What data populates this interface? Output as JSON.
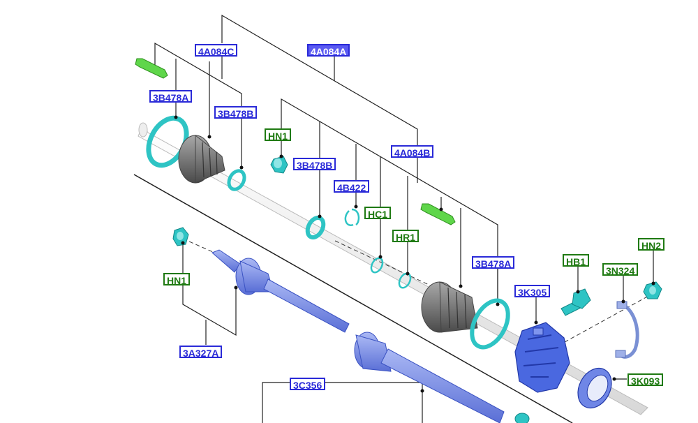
{
  "labels": {
    "l_4a084c": "4A084C",
    "l_4a084a": "4A084A",
    "l_3b478a_1": "3B478A",
    "l_3b478b_1": "3B478B",
    "l_hn1_1": "HN1",
    "l_3b478b_2": "3B478B",
    "l_4a084b": "4A084B",
    "l_4b422": "4B422",
    "l_hc1": "HC1",
    "l_hr1": "HR1",
    "l_hn1_2": "HN1",
    "l_3a327a": "3A327A",
    "l_3b478a_2": "3B478A",
    "l_hb1": "HB1",
    "l_3k305": "3K305",
    "l_3n324": "3N324",
    "l_hn2": "HN2",
    "l_3k093": "3K093",
    "l_3c356": "3C356"
  },
  "colors": {
    "label_blue": "#2a2ad8",
    "label_green": "#1f7a12",
    "label_selected_fill": "#5b5bf2",
    "part_teal": "#2ec4c4",
    "part_gray": "#7a7a7a",
    "part_blue": "#6f86e6",
    "part_green": "#5fd64a",
    "shaft_white": "#f2f2f2"
  },
  "icons": [
    "leader-line",
    "exploded-axis",
    "boot-icon",
    "seal-ring-icon",
    "nut-icon",
    "bolt-icon",
    "clip-icon",
    "bracket-icon",
    "grease-tube-icon",
    "knuckle-housing-icon"
  ]
}
